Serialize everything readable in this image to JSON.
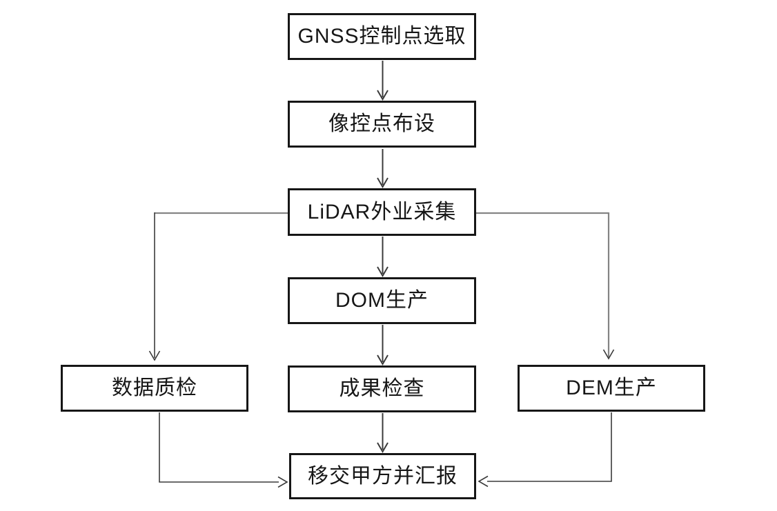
{
  "diagram": {
    "type": "flowchart",
    "nodes": [
      {
        "id": "gnss-control-point-selection",
        "label": "GNSS控制点选取"
      },
      {
        "id": "image-control-point-layout",
        "label": "像控点布设"
      },
      {
        "id": "lidar-field-collection",
        "label": "LiDAR外业采集"
      },
      {
        "id": "dom-production",
        "label": "DOM生产"
      },
      {
        "id": "data-quality-check",
        "label": "数据质检"
      },
      {
        "id": "result-inspection",
        "label": "成果检查"
      },
      {
        "id": "dem-production",
        "label": "DEM生产"
      },
      {
        "id": "handover-to-client-and-report",
        "label": "移交甲方并汇报"
      }
    ],
    "edges": [
      {
        "from": "gnss-control-point-selection",
        "to": "image-control-point-layout"
      },
      {
        "from": "image-control-point-layout",
        "to": "lidar-field-collection"
      },
      {
        "from": "lidar-field-collection",
        "to": "dom-production"
      },
      {
        "from": "lidar-field-collection",
        "to": "data-quality-check"
      },
      {
        "from": "lidar-field-collection",
        "to": "dem-production"
      },
      {
        "from": "dom-production",
        "to": "result-inspection"
      },
      {
        "from": "result-inspection",
        "to": "handover-to-client-and-report"
      },
      {
        "from": "data-quality-check",
        "to": "handover-to-client-and-report"
      },
      {
        "from": "dem-production",
        "to": "handover-to-client-and-report"
      }
    ],
    "colors": {
      "background": "#ffffff",
      "box_fill": "#ffffff",
      "box_border": "#161616",
      "connector_dark": "#3a3a3a",
      "connector_light": "#848484",
      "text": "#161616"
    }
  }
}
